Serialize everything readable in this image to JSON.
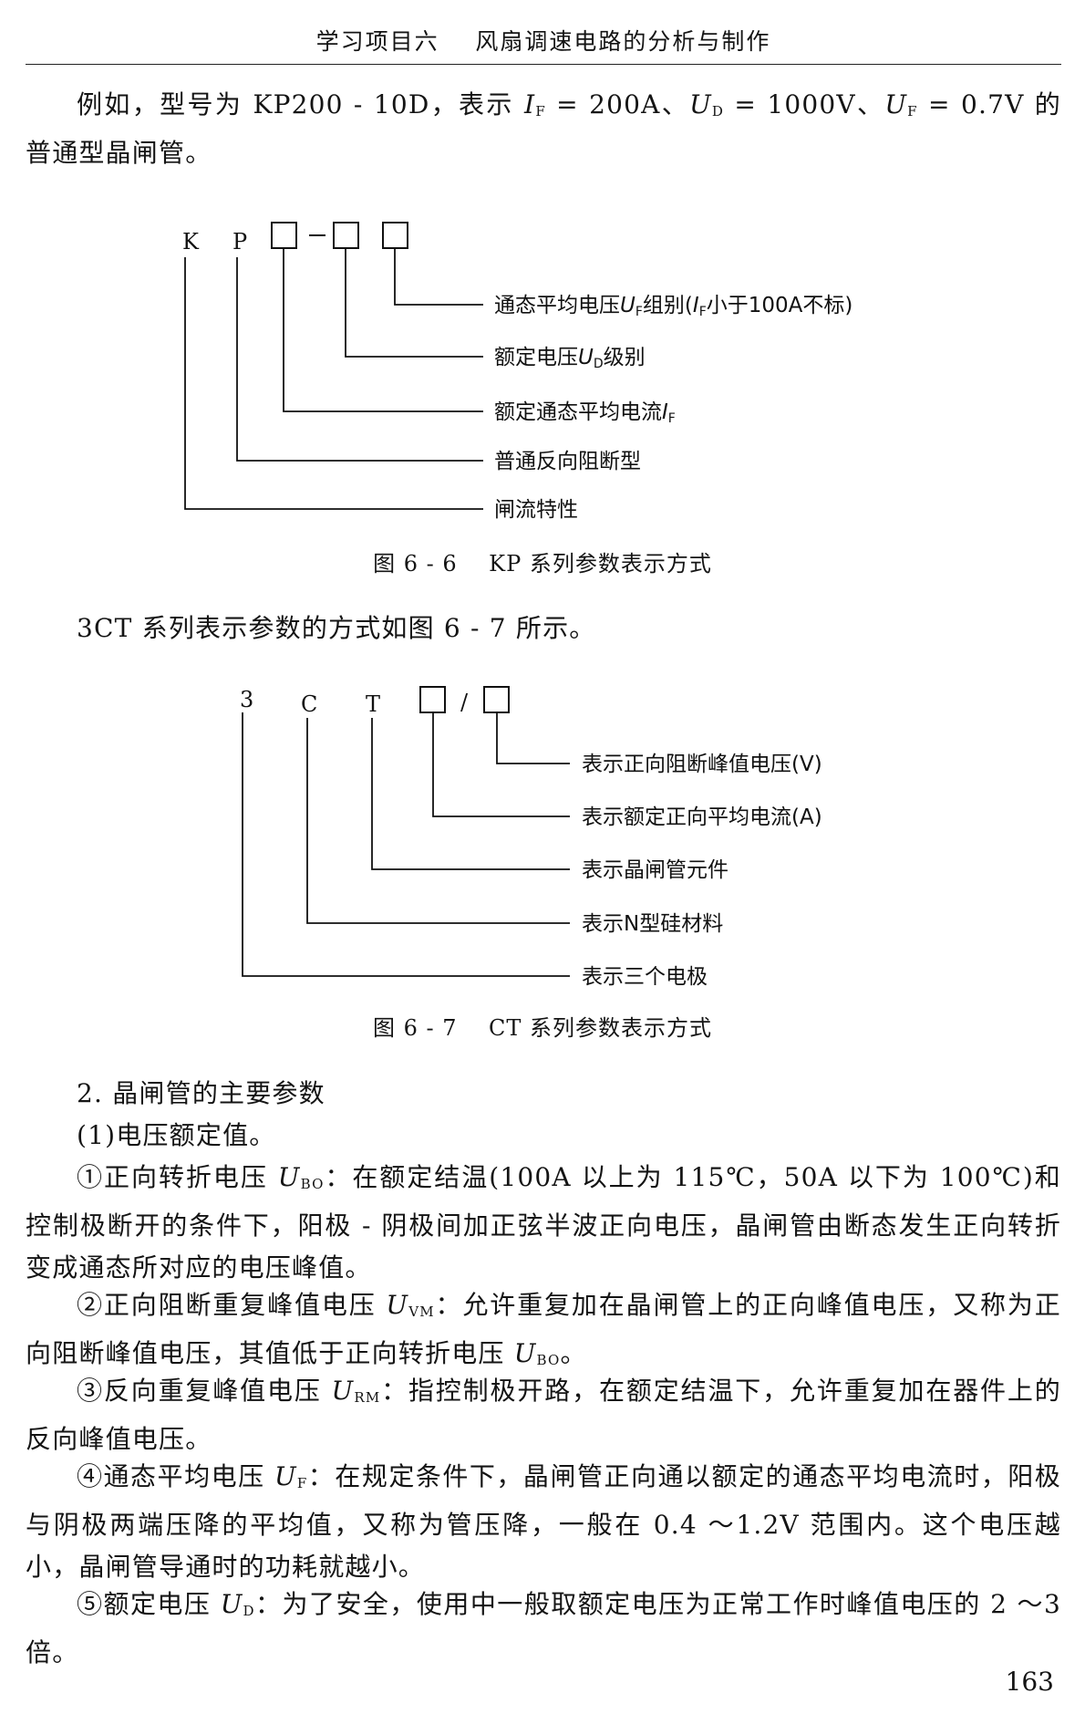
{
  "header": {
    "title": "学习项目六    风扇调速电路的分析与制作"
  },
  "intro": {
    "t1": "例如，型号为 KP200 - 10D，表示 ",
    "if_sym": "I",
    "if_sub": "F",
    "t2": " = 200A、",
    "ud_sym": "U",
    "ud_sub": "D",
    "t3": " = 1000V、",
    "uf_sym": "U",
    "uf_sub": "F",
    "t4": " = 0.7V 的普通型晶闸管。"
  },
  "fig6": {
    "top_k": "K",
    "top_p": "P",
    "top_dash": "—",
    "labels": [
      {
        "a": "通态平均电压",
        "sym": "U",
        "sub": "F",
        "b": "组别(",
        "sym2": "I",
        "sub2": "F",
        "c": "小于100A不标)"
      },
      {
        "a": "额定电压",
        "sym": "U",
        "sub": "D",
        "b": "级别"
      },
      {
        "a": "额定通态平均电流",
        "sym": "I",
        "sub": "F"
      },
      {
        "a": "普通反向阻断型"
      },
      {
        "a": "闸流特性"
      }
    ],
    "caption": "图 6 - 6    KP 系列参数表示方式"
  },
  "mid_text": "3CT 系列表示参数的方式如图 6 - 7 所示。",
  "fig7": {
    "top_3": "3",
    "top_c": "C",
    "top_t": "T",
    "top_slash": "/",
    "labels": [
      "表示正向阻断峰值电压(V)",
      "表示额定正向平均电流(A)",
      "表示晶闸管元件",
      "表示N型硅材料",
      "表示三个电极"
    ],
    "caption": "图 6 - 7    CT 系列参数表示方式"
  },
  "section": {
    "heading": "2. 晶闸管的主要参数",
    "sub1": "(1)电压额定值。",
    "p1": {
      "a": "①正向转折电压 ",
      "sym": "U",
      "sub": "BO",
      "b": "：在额定结温(100A 以上为 115℃，50A 以下为 100℃)和控制极断开的条件下，阳极 - 阴极间加正弦半波正向电压，晶闸管由断态发生正向转折变成通态所对应的电压峰值。"
    },
    "p2": {
      "a": "②正向阻断重复峰值电压 ",
      "sym": "U",
      "sub": "VM",
      "b": "：允许重复加在晶闸管上的正向峰值电压，又称为正向阻断峰值电压，其值低于正向转折电压 ",
      "sym2": "U",
      "sub2": "BO",
      "c": "。"
    },
    "p3": {
      "a": "③反向重复峰值电压 ",
      "sym": "U",
      "sub": "RM",
      "b": "：指控制极开路，在额定结温下，允许重复加在器件上的反向峰值电压。"
    },
    "p4": {
      "a": "④通态平均电压 ",
      "sym": "U",
      "sub": "F",
      "b": "：在规定条件下，晶闸管正向通以额定的通态平均电流时，阳极与阴极两端压降的平均值，又称为管压降，一般在 0.4 ～1.2V 范围内。这个电压越小，晶闸管导通时的功耗就越小。"
    },
    "p5": {
      "a": "⑤额定电压 ",
      "sym": "U",
      "sub": "D",
      "b": "：为了安全，使用中一般取额定电压为正常工作时峰值电压的 2 ～3 倍。"
    }
  },
  "page_number": "163"
}
